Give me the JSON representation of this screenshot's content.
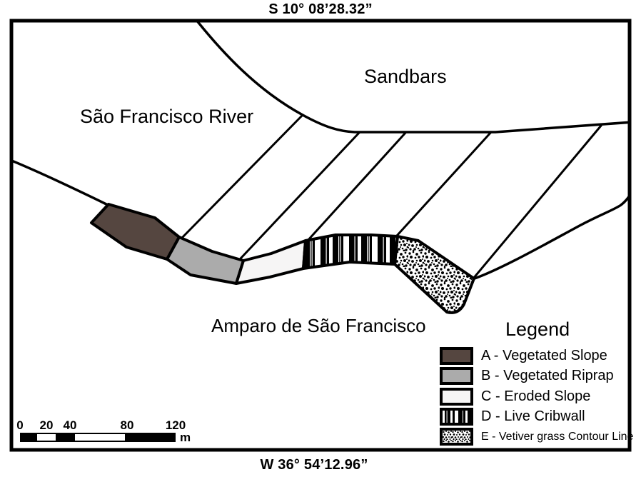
{
  "figure": {
    "type": "schematic-site-map",
    "coordinates": {
      "top": "S 10° 08’28.32”",
      "bottom": "W 36° 54’12.96”"
    },
    "map_labels": {
      "river": "São Francisco River",
      "sandbars": "Sandbars",
      "town": "Amparo de São Francisco"
    }
  },
  "legend": {
    "title": "Legend",
    "items": [
      {
        "key": "A",
        "label": "A - Vegetated Slope",
        "swatch": "solid",
        "color": "#554640"
      },
      {
        "key": "B",
        "label": "B - Vegetated Riprap",
        "swatch": "solid",
        "color": "#ababab"
      },
      {
        "key": "C",
        "label": "C - Eroded Slope",
        "swatch": "solid",
        "color": "#f6f5f5"
      },
      {
        "key": "D",
        "label": "D - Live Cribwall",
        "swatch": "vertical-stripes",
        "color": "#000000"
      },
      {
        "key": "E",
        "label": "E - Vetiver grass Contour Line",
        "swatch": "stipple",
        "color": "#000000"
      }
    ]
  },
  "scale_bar": {
    "ticks": [
      "0",
      "20",
      "40",
      "80",
      "120"
    ],
    "unit": "m"
  },
  "colors": {
    "outline": "#000000",
    "background": "#ffffff",
    "text": "#000000"
  }
}
